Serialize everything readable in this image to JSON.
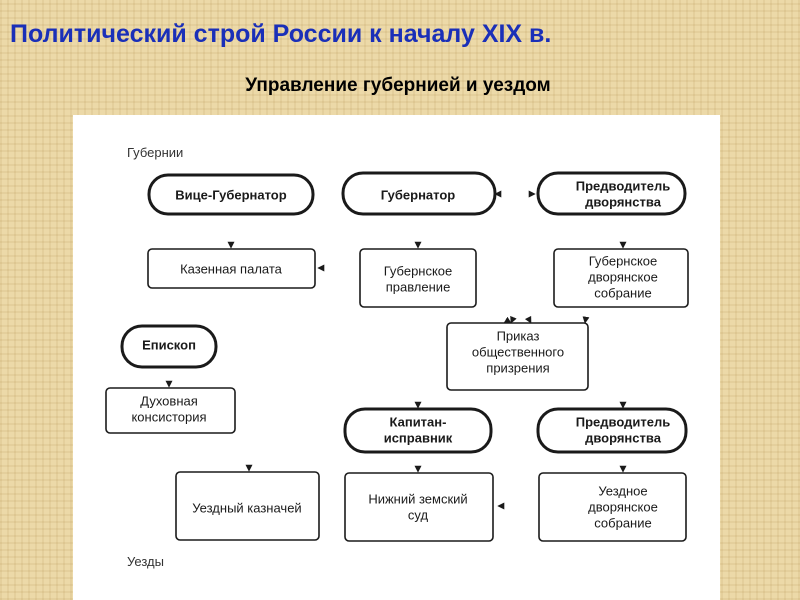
{
  "slide": {
    "title": "Политический строй России к началу XIX в.",
    "subtitle": "Управление губернией и уездом"
  },
  "diagram": {
    "labels": {
      "top": "Губернии",
      "bottom": "Уезды"
    },
    "nodes": {
      "vice_governor": [
        "Вице-Губернатор"
      ],
      "governor": [
        "Губернатор"
      ],
      "marshal_province": [
        "Предводитель",
        "дворянства"
      ],
      "treasury_chamber": [
        "Казенная палата"
      ],
      "provincial_board": [
        "Губернское",
        "правление"
      ],
      "provincial_assembly": [
        "Губернское",
        "дворянское",
        "собрание"
      ],
      "bishop": [
        "Епископ"
      ],
      "charity_office": [
        "Приказ",
        "общественного",
        "призрения"
      ],
      "consistory": [
        "Духовная",
        "консистория"
      ],
      "captain_ispravnik": [
        "Капитан-",
        "исправник"
      ],
      "marshal_district": [
        "Предводитель",
        "дворянства"
      ],
      "district_treasurer": [
        "Уездный казначей"
      ],
      "lower_zemsky_court": [
        "Нижний земский",
        "суд"
      ],
      "district_assembly": [
        "Уездное",
        "дворянское",
        "собрание"
      ]
    }
  }
}
